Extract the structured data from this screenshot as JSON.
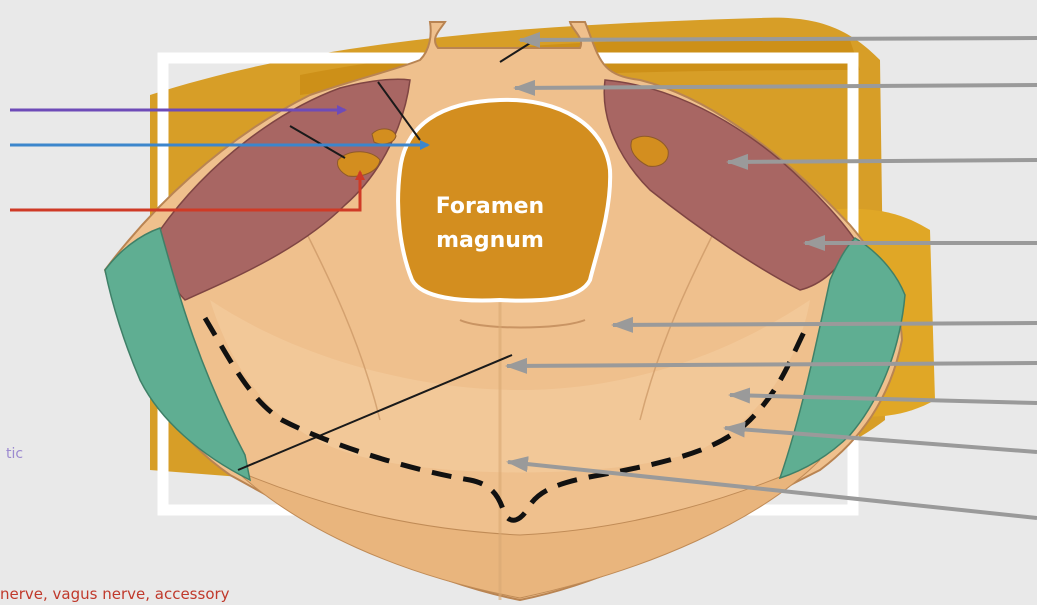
{
  "diagram": {
    "foramen_label_line1": "Foramen",
    "foramen_label_line2": "magnum",
    "partial_text_left": "tic",
    "partial_text_bottom": "nerve, vagus nerve, accessory"
  },
  "colors": {
    "background": "#e9e9e9",
    "brush_stroke": "#d69a1c",
    "frame": "#ffffff",
    "bone": "#efc08d",
    "bone_outline": "#b98452",
    "foramen_fill": "#d38e1f",
    "condyle_region": "#a86663",
    "mastoid_region": "#5fae92",
    "arrow_purple": "#6e4bb8",
    "arrow_blue": "#3c86cc",
    "arrow_red": "#cf3a26",
    "arrow_gray": "#9a9a9a",
    "dashed_line": "#111111"
  },
  "pointers_right_count_note": "unlabeled gray pointer arrows"
}
